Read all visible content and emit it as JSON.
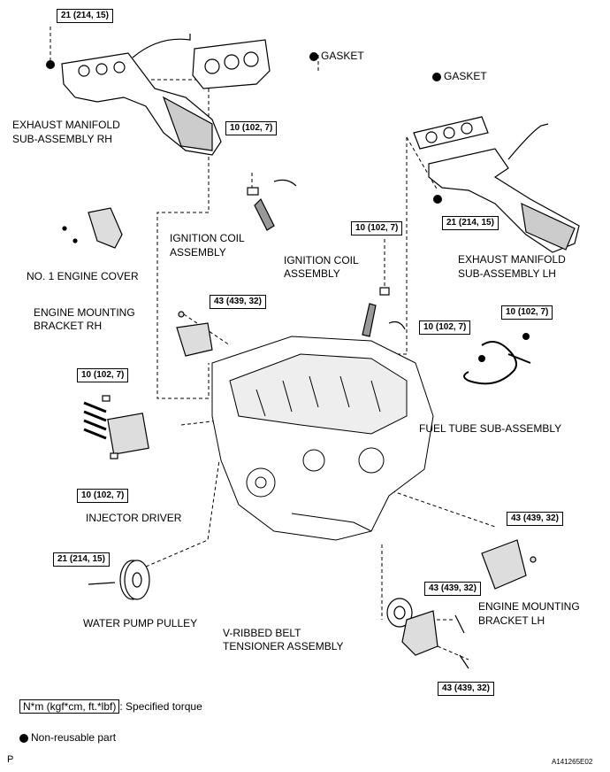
{
  "torque": {
    "t1": "21 (214, 15)",
    "t2": "10 (102, 7)",
    "t3": "21 (214, 15)",
    "t4": "10 (102, 7)",
    "t5": "43 (439, 32)",
    "t6": "10 (102, 7)",
    "t7": "10 (102, 7)",
    "t8": "10 (102, 7)",
    "t9": "10 (102, 7)",
    "t10": "21 (214, 15)",
    "t11": "43 (439, 32)",
    "t12": "43 (439, 32)",
    "t13": "43 (439, 32)"
  },
  "labels": {
    "gasket_rh": "GASKET",
    "gasket_lh": "GASKET",
    "exhaust_rh_1": "EXHAUST MANIFOLD",
    "exhaust_rh_2": "SUB-ASSEMBLY RH",
    "exhaust_lh_1": "EXHAUST MANIFOLD",
    "exhaust_lh_2": "SUB-ASSEMBLY LH",
    "ign_coil_1a": "IGNITION COIL",
    "ign_coil_1b": "ASSEMBLY",
    "ign_coil_2a": "IGNITION COIL",
    "ign_coil_2b": "ASSEMBLY",
    "engine_cover": "NO. 1 ENGINE COVER",
    "mount_rh_1": "ENGINE MOUNTING",
    "mount_rh_2": "BRACKET RH",
    "fuel_tube": "FUEL TUBE SUB-ASSEMBLY",
    "injector_driver": "INJECTOR DRIVER",
    "water_pump": "WATER PUMP PULLEY",
    "mount_lh_1": "ENGINE MOUNTING",
    "mount_lh_2": "BRACKET LH",
    "tensioner_1": "V-RIBBED BELT",
    "tensioner_2": "TENSIONER ASSEMBLY"
  },
  "legend": {
    "torque_unit": "N*m (kgf*cm, ft.*lbf)",
    "torque_text": ": Specified torque",
    "nonreusable": "Non-reusable part"
  },
  "footer": {
    "left": "P",
    "right": "A141265E02"
  }
}
